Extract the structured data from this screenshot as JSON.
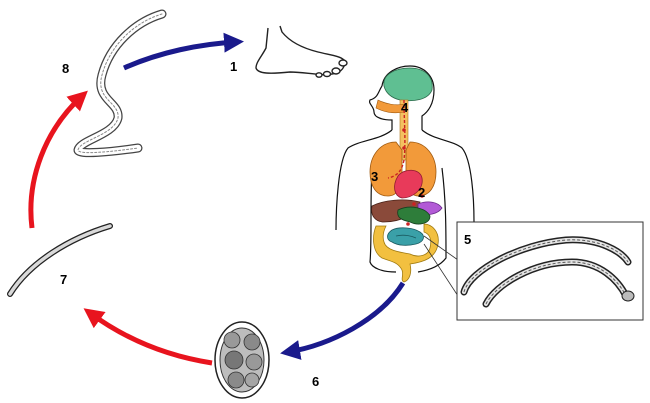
{
  "diagram": {
    "stage_labels": [
      "1",
      "2",
      "3",
      "4",
      "5",
      "6",
      "7",
      "8"
    ],
    "colors": {
      "infective_arrow": "#1a1a8c",
      "free_living_arrow": "#e8141e",
      "brain": "#5fbf92",
      "lungs": "#f29a3a",
      "heart": "#e83a5a",
      "liver": "#8a4a3a",
      "stomach": "#2e7d3a",
      "pancreas": "#b25ad6",
      "large_intestine": "#f2c040",
      "small_intestine": "#3aa0a8",
      "migration_path": "#cc2222"
    }
  }
}
